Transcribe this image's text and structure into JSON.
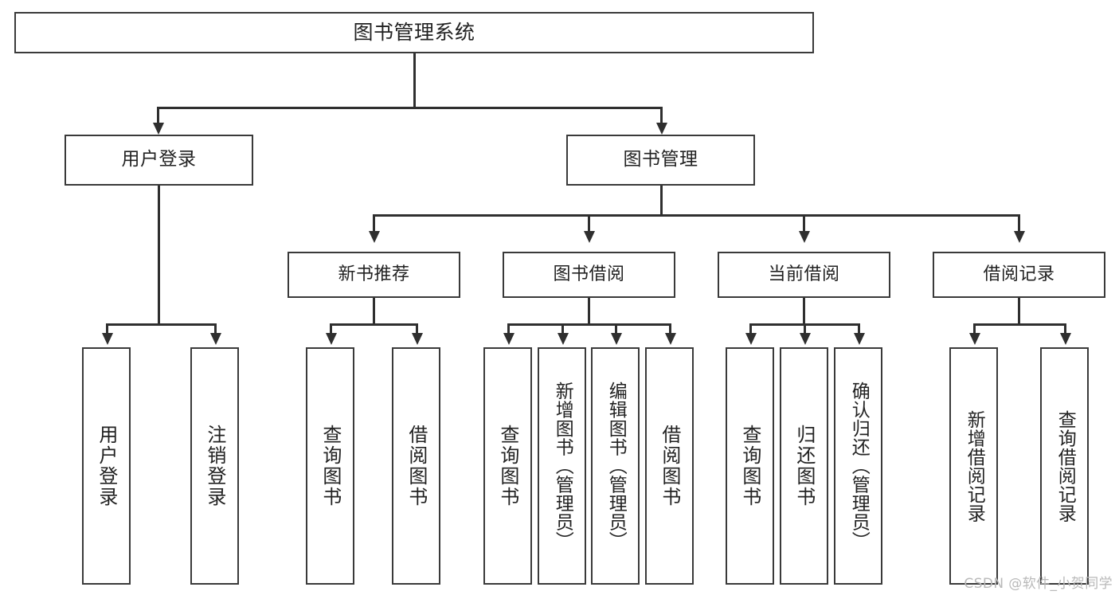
{
  "diagram": {
    "title": "图书管理系统",
    "type": "tree-hierarchy-chart",
    "root": {
      "label": "图书管理系统"
    },
    "level2": [
      {
        "label": "用户登录"
      },
      {
        "label": "图书管理"
      }
    ],
    "level3": [
      {
        "label": "新书推荐"
      },
      {
        "label": "图书借阅"
      },
      {
        "label": "当前借阅"
      },
      {
        "label": "借阅记录"
      }
    ],
    "leaves": {
      "user_login": [
        {
          "label": "用户登录"
        },
        {
          "label": "注销登录"
        }
      ],
      "new_book_recommend": [
        {
          "label": "查询图书"
        },
        {
          "label": "借阅图书"
        }
      ],
      "book_borrow": [
        {
          "label": "查询图书"
        },
        {
          "label": "新增图书（管理员）"
        },
        {
          "label": "编辑图书（管理员）"
        },
        {
          "label": "借阅图书"
        }
      ],
      "current_borrow": [
        {
          "label": "查询图书"
        },
        {
          "label": "归还图书"
        },
        {
          "label": "确认归还（管理员）"
        }
      ],
      "borrow_record": [
        {
          "label": "新增借阅记录"
        },
        {
          "label": "查询借阅记录"
        }
      ]
    }
  },
  "watermark": {
    "text": "CSDN @软件_小贺同学"
  },
  "colors": {
    "border": "#3a3a3a",
    "line": "#2f2f2f",
    "background": "#ffffff",
    "text": "#222222",
    "watermark": "#b9b9b9"
  }
}
